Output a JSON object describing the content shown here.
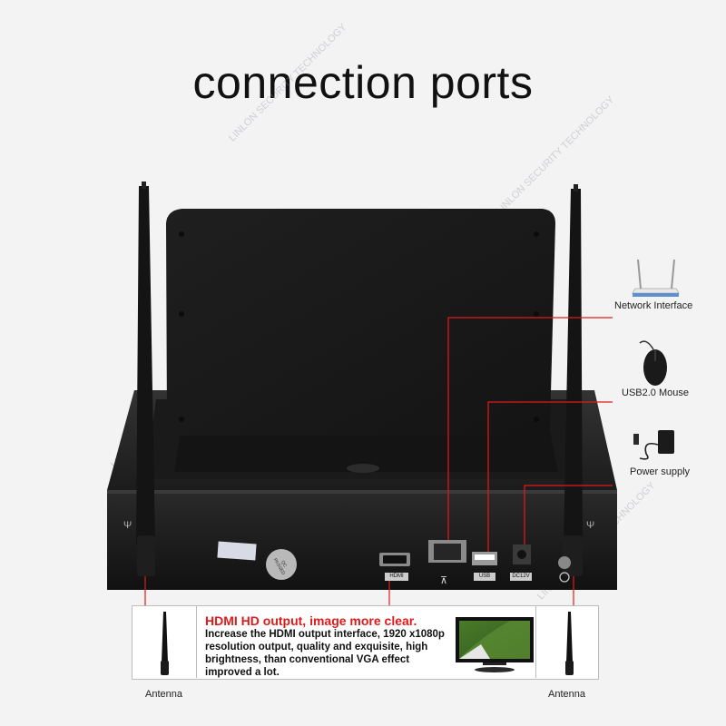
{
  "headline": "connection ports",
  "watermark": "LINLON SECURITY TECHNOLOGY",
  "rear_panel": {
    "hdmi_label": "HDMI",
    "usb_label": "USB",
    "dc_label": "DC12V",
    "qc_sticker": "QC PASSED"
  },
  "callouts": {
    "network": "Network Interface",
    "usb_mouse": "USB2.0 Mouse",
    "power": "Power supply",
    "antenna_left": "Antenna",
    "antenna_right": "Antenna"
  },
  "hdmi_description": {
    "title": "HDMI HD output, image more clear.",
    "lines": [
      "Increase the HDMI output interface, 1920 x1080p",
      "resolution output, quality and exquisite, high",
      "brightness, than conventional VGA effect",
      "improved a lot."
    ]
  },
  "colors": {
    "callout_line": "#e21b1b",
    "title_red": "#e01a1a",
    "device_body": "#1b1b1b"
  }
}
